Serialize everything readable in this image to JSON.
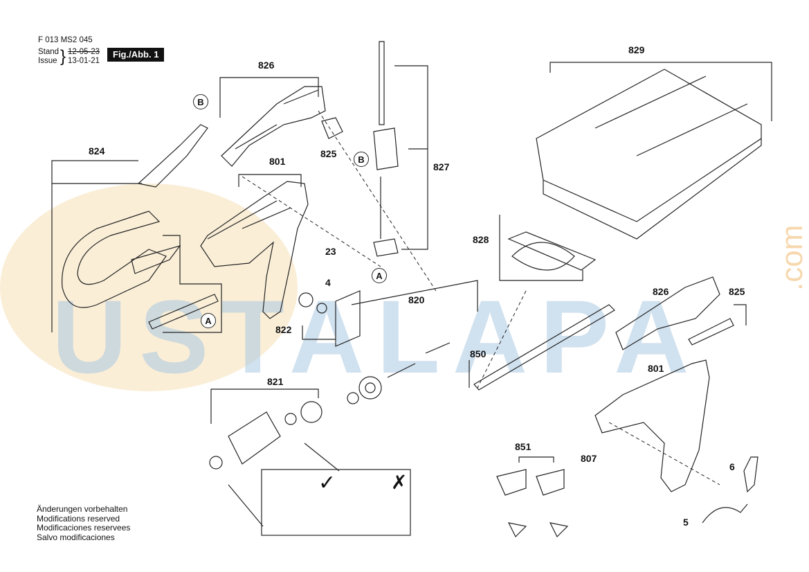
{
  "header": {
    "doc_id": "F 013 MS2 045",
    "stand_label": "Stand",
    "stand_date": "12-05-23",
    "issue_label": "Issue",
    "issue_date": "13-01-21",
    "fig_label": "Fig./Abb. 1"
  },
  "watermark": {
    "text": "USTALAPA",
    "suffix": ".com"
  },
  "part_labels": {
    "p801a": "801",
    "p801b": "801",
    "p807": "807",
    "p820": "820",
    "p821": "821",
    "p822": "822",
    "p824": "824",
    "p825a": "825",
    "p825b": "825",
    "p826a": "826",
    "p826b": "826",
    "p827": "827",
    "p828": "828",
    "p829": "829",
    "p850": "850",
    "p851": "851",
    "p23": "23",
    "p4": "4",
    "p6": "6",
    "p5": "5"
  },
  "callouts": {
    "A1": "A",
    "A2": "A",
    "B1": "B",
    "B2": "B"
  },
  "footer": {
    "line1": "Änderungen vorbehalten",
    "line2": "Modifications reserved",
    "line3": "Modificaciones reservees",
    "line4": "Salvo modificaciones"
  },
  "colors": {
    "line": "#222222",
    "watermark_blue": "#a9c7df",
    "watermark_orange": "#f3d9a6"
  }
}
